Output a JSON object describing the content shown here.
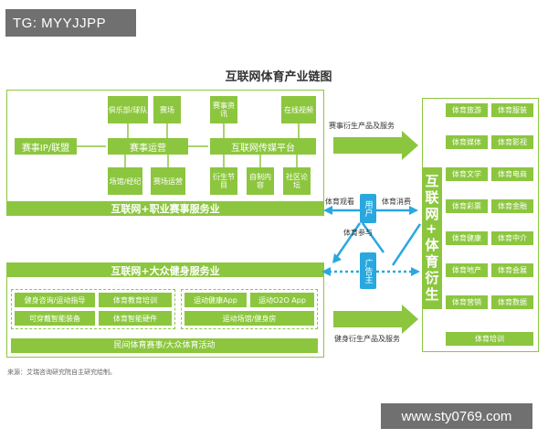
{
  "watermark_tl": "TG: MYYJJPP",
  "watermark_br": "www.sty0769.com",
  "title": "互联网体育产业链图",
  "top_section": {
    "ip_box": "赛事IP/联盟",
    "ops_top": [
      "俱乐部/球队",
      "赛场"
    ],
    "ops_center": "赛事运营",
    "ops_bottom": [
      "场馆/经纪",
      "赛场运营"
    ],
    "media_top": [
      "赛事资讯",
      "在线视频"
    ],
    "media_center": "互联网传媒平台",
    "media_bottom": [
      "衍生节目",
      "自制内容",
      "社区论坛"
    ],
    "bar": "互联网+职业赛事服务业"
  },
  "bottom_section": {
    "bar": "互联网+大众健身服务业",
    "left_items": [
      "健身咨询/运动指导",
      "体育教育培训",
      "可穿戴智能装备",
      "体育智能硬件"
    ],
    "right_items": [
      "运动健康App",
      "运动O2O App",
      "运动场馆/健身房"
    ],
    "bottom_bar": "民间体育赛事/大众体育活动"
  },
  "center_labels": {
    "user": "用户",
    "advertiser": "广告主",
    "watch": "体育观看",
    "consume": "体育消费",
    "participate": "体育参与"
  },
  "arrow_labels": {
    "top": "赛事衍生产品及服务",
    "bottom": "健身衍生产品及服务"
  },
  "right_section": {
    "vertical": "互联网+体育衍生",
    "grid": [
      [
        "体育旅游",
        "体育服装"
      ],
      [
        "体育媒体",
        "体育影视"
      ],
      [
        "体育文学",
        "体育电商"
      ],
      [
        "体育彩票",
        "体育金融"
      ],
      [
        "体育健康",
        "体育中介"
      ],
      [
        "体育地产",
        "体育会展"
      ],
      [
        "体育营销",
        "体育数据"
      ]
    ],
    "bottom": "体育培训"
  },
  "source": "来源：艾瑞咨询研究院自主研究绘制。",
  "colors": {
    "green": "#8cc63f",
    "cyan": "#29a8e0",
    "dark": "#333333"
  }
}
